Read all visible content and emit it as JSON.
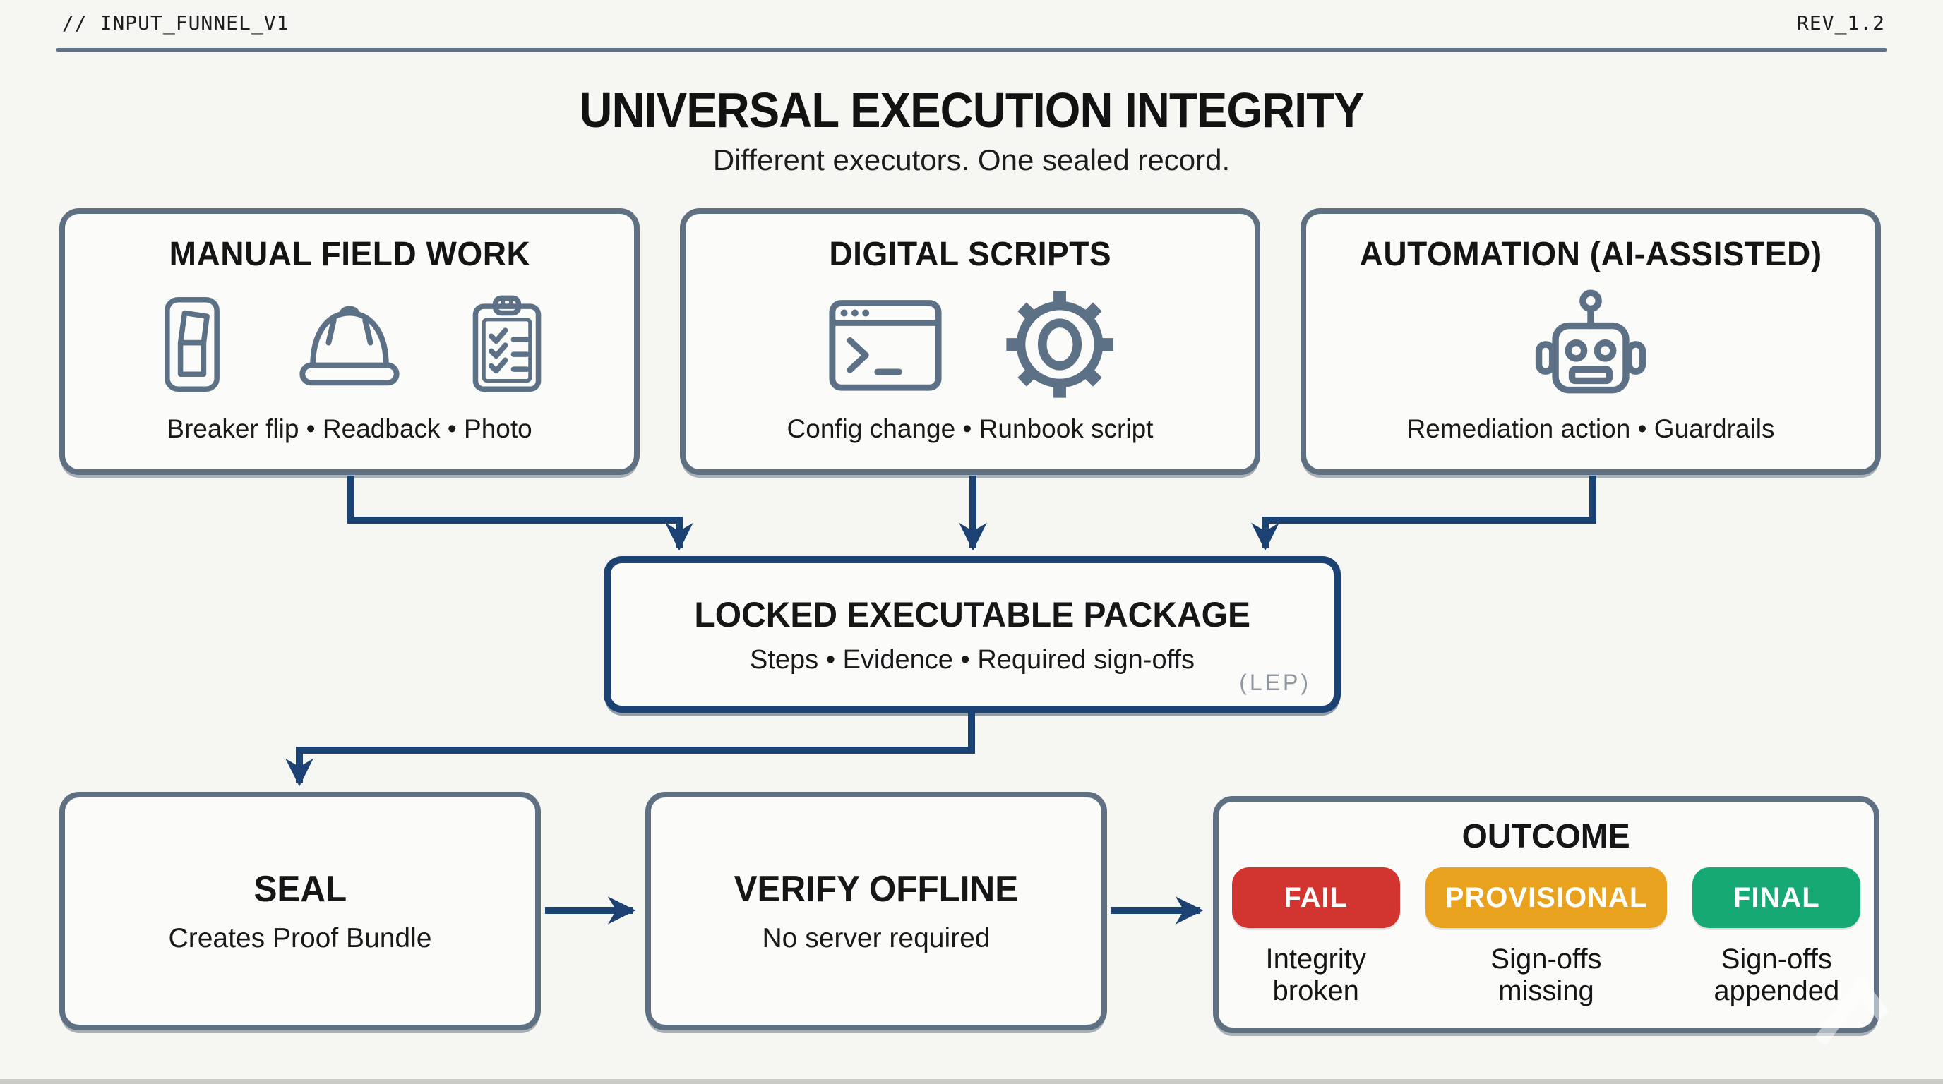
{
  "header": {
    "left_label": "// INPUT_FUNNEL_V1",
    "right_label": "REV_1.2"
  },
  "hero": {
    "title": "UNIVERSAL EXECUTION INTEGRITY",
    "subtitle": "Different executors. One sealed record."
  },
  "sources": [
    {
      "title": "MANUAL FIELD WORK",
      "caption": "Breaker flip • Readback • Photo",
      "icons": [
        "breaker-switch-icon",
        "hard-hat-icon",
        "clipboard-checklist-icon"
      ]
    },
    {
      "title": "DIGITAL SCRIPTS",
      "caption": "Config change • Runbook script",
      "icons": [
        "terminal-icon",
        "gear-icon"
      ]
    },
    {
      "title": "AUTOMATION (AI-ASSISTED)",
      "caption": "Remediation action • Guardrails",
      "icons": [
        "robot-icon"
      ]
    }
  ],
  "lep": {
    "title": "LOCKED EXECUTABLE PACKAGE",
    "subtitle": "Steps • Evidence • Required sign-offs",
    "tag": "(LEP)"
  },
  "seal": {
    "title": "SEAL",
    "subtitle": "Creates Proof Bundle"
  },
  "verify": {
    "title": "VERIFY OFFLINE",
    "subtitle": "No server required"
  },
  "outcome": {
    "title": "OUTCOME",
    "results": [
      {
        "label": "FAIL",
        "caption": "Integrity broken",
        "color": "#d23430"
      },
      {
        "label": "PROVISIONAL",
        "caption": "Sign-offs missing",
        "color": "#e8a21d"
      },
      {
        "label": "FINAL",
        "caption": "Sign-offs appended",
        "color": "#17a974"
      }
    ]
  },
  "colors": {
    "background": "#f6f6f3",
    "box_border": "#5e7082",
    "lep_border": "#1c4173",
    "arrow": "#1c4173",
    "icon": "#5d7186",
    "tag_gray": "#8f969f"
  }
}
